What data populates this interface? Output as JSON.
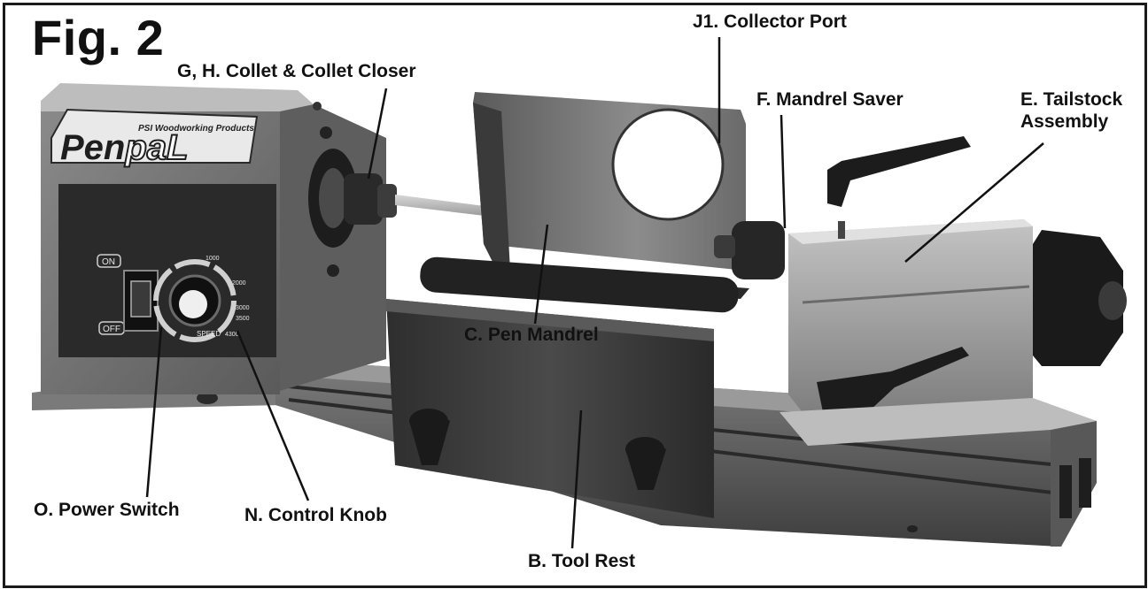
{
  "figure": {
    "title": "Fig. 2"
  },
  "brand": {
    "name": "Penpal",
    "name_part1": "Pen",
    "name_part2": "paL",
    "tagline": "PSI Woodworking Products"
  },
  "switch": {
    "on_label": "ON",
    "off_label": "OFF"
  },
  "dial": {
    "scale": [
      "1000",
      "2000",
      "3000",
      "3500",
      "4300"
    ],
    "caption": "SPEED"
  },
  "callouts": {
    "collector_port": "J1. Collector Port",
    "collet": "G, H. Collet  & Collet Closer",
    "mandrel_saver": "F. Mandrel Saver",
    "tailstock_line1": "E. Tailstock",
    "tailstock_line2": "Assembly",
    "pen_mandrel": "C. Pen Mandrel",
    "power_switch": "O. Power Switch",
    "control_knob": "N. Control Knob",
    "tool_rest": "B. Tool Rest"
  },
  "colors": {
    "body_dark": "#3a3a3a",
    "body_mid": "#6b6b6b",
    "body_light": "#a8a8a8",
    "panel": "#2b2b2b",
    "line": "#111111"
  }
}
